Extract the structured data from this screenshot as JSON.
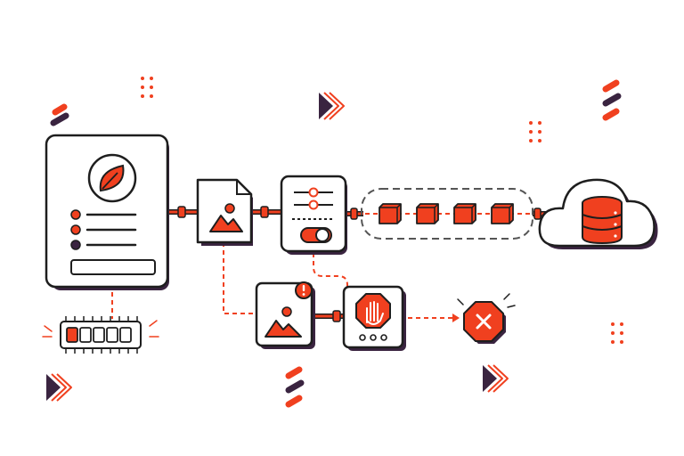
{
  "colors": {
    "accent": "#f0401f",
    "dark": "#3a2440",
    "outline": "#1e1e1e",
    "shadow": "#3a2440",
    "card": "#ffffff",
    "dashed": "#555555",
    "muted": "#c8c8c8"
  },
  "nodes": [
    {
      "id": "app-panel",
      "icon": "leaf-icon"
    },
    {
      "id": "image-file",
      "icon": "image-file-icon"
    },
    {
      "id": "filter-settings",
      "icon": "slider-toggle-icon"
    },
    {
      "id": "packet-queue",
      "icon": "cube-icon",
      "count": 4
    },
    {
      "id": "cloud-database",
      "icon": "database-icon"
    },
    {
      "id": "flagged-image",
      "icon": "image-alert-icon"
    },
    {
      "id": "blocked",
      "icon": "stop-hand-icon"
    },
    {
      "id": "rejected",
      "icon": "close-icon"
    },
    {
      "id": "memory-chip",
      "icon": "chip-icon"
    }
  ],
  "app_panel": {
    "list_bullets": [
      "accent",
      "accent",
      "dark"
    ]
  },
  "chip": {
    "cells": [
      "accent",
      "outline",
      "outline",
      "outline",
      "outline"
    ]
  },
  "edges": [
    {
      "from": "app-panel",
      "to": "image-file",
      "style": "solid"
    },
    {
      "from": "image-file",
      "to": "filter-settings",
      "style": "solid"
    },
    {
      "from": "filter-settings",
      "to": "packet-queue",
      "style": "solid"
    },
    {
      "from": "packet-queue",
      "to": "cloud-database",
      "style": "dashed"
    },
    {
      "from": "app-panel",
      "to": "memory-chip",
      "style": "dashed"
    },
    {
      "from": "image-file",
      "to": "flagged-image",
      "style": "dashed"
    },
    {
      "from": "filter-settings",
      "to": "blocked",
      "style": "dashed"
    },
    {
      "from": "flagged-image",
      "to": "blocked",
      "style": "solid"
    },
    {
      "from": "blocked",
      "to": "rejected",
      "style": "dashed-arrow"
    }
  ]
}
